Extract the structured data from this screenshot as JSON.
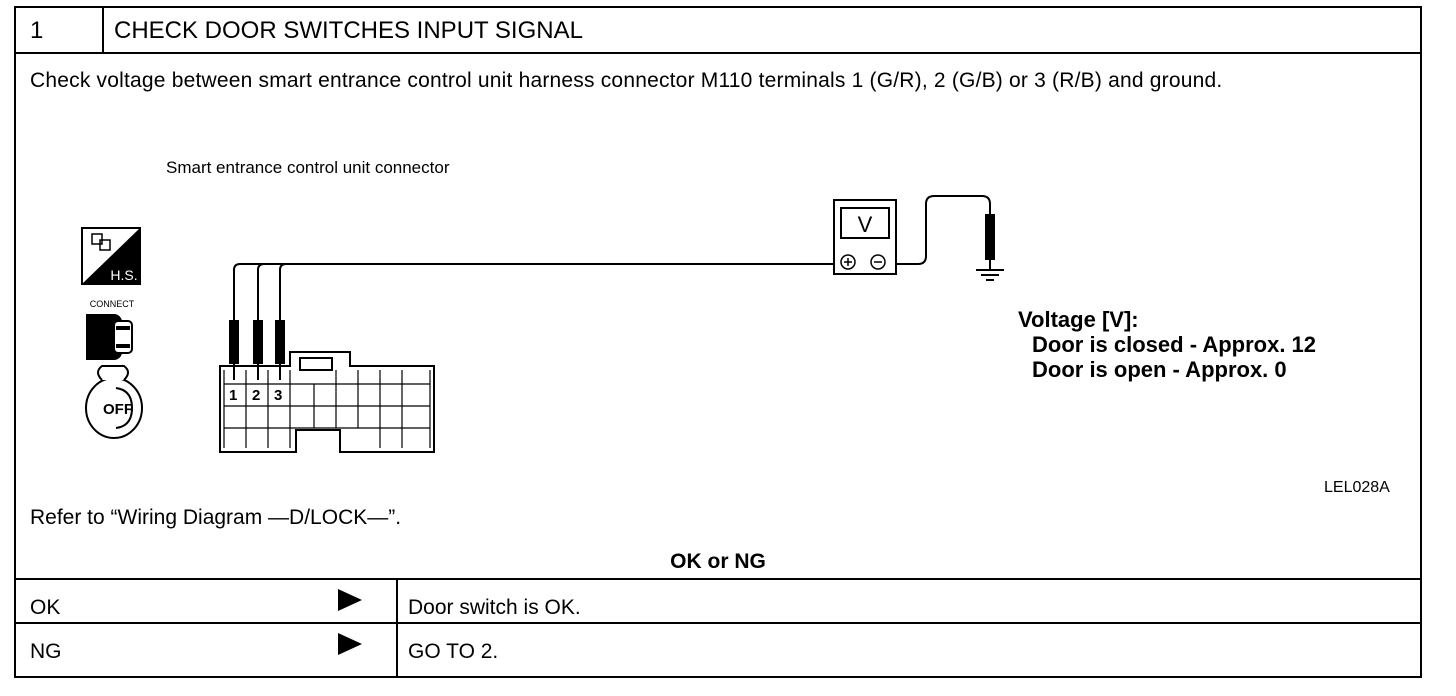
{
  "step": {
    "number": "1",
    "title": "CHECK DOOR SWITCHES INPUT SIGNAL"
  },
  "instruction": "Check voltage between smart entrance control unit harness connector M110 terminals 1 (G/R), 2 (G/B) or 3 (R/B) and ground.",
  "figure": {
    "connector_caption": "Smart entrance control unit connector",
    "icons": {
      "hs_label": "H.S.",
      "connect_label": "CONNECT",
      "ignition_label": "OFF"
    },
    "meter_label": "V",
    "terminal_labels": [
      "1",
      "2",
      "3"
    ],
    "voltage": {
      "title": "Voltage [V]:",
      "closed": "Door is closed - Approx. 12",
      "open": "Door is open - Approx. 0"
    },
    "code": "LEL028A"
  },
  "reference": "Refer to “Wiring Diagram —D/LOCK—”.",
  "result_heading": "OK or NG",
  "results": [
    {
      "result": "OK",
      "action": "Door switch is OK."
    },
    {
      "result": "NG",
      "action": "GO TO 2."
    }
  ]
}
